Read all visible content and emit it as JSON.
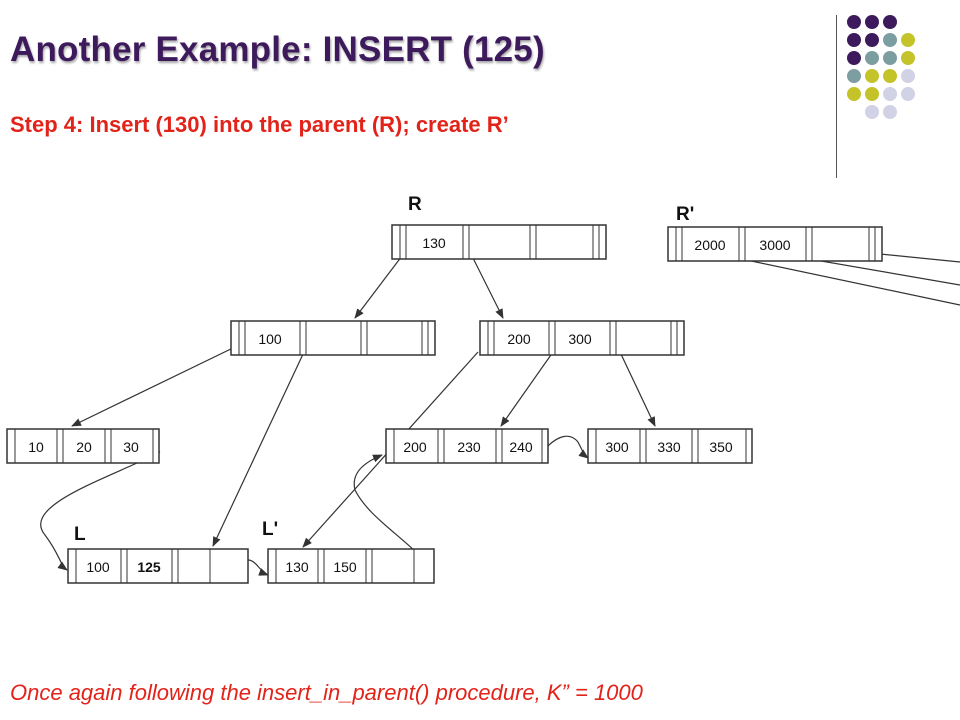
{
  "slide": {
    "title": "Another Example: INSERT (125)",
    "subtitle": "Step 4: Insert (130) into the parent (R); create R’",
    "footer": "Once again following the insert_in_parent() procedure, K” = 1000"
  },
  "colors": {
    "title": "#3d1a5b",
    "accent_text": "#e2231a",
    "dot_purple": "#3d1a5b",
    "dot_teal": "#7d9ea0",
    "dot_olive": "#c4c42a",
    "dot_lavender": "#d2d2e6"
  },
  "diagram": {
    "labels": {
      "R": "R",
      "R_prime": "R'",
      "L": "L",
      "L_prime": "L'"
    },
    "nodes": {
      "R": {
        "keys": [
          "130",
          "",
          ""
        ]
      },
      "R_prime": {
        "keys": [
          "2000",
          "3000",
          ""
        ]
      },
      "I1": {
        "keys": [
          "100",
          "",
          ""
        ]
      },
      "I2": {
        "keys": [
          "200",
          "300",
          ""
        ]
      },
      "A": {
        "keys": [
          "10",
          "20",
          "30"
        ]
      },
      "L": {
        "keys": [
          "100",
          "125",
          ""
        ]
      },
      "L_prime": {
        "keys": [
          "130",
          "150",
          ""
        ]
      },
      "D": {
        "keys": [
          "200",
          "230",
          "240"
        ]
      },
      "E": {
        "keys": [
          "300",
          "330",
          "350"
        ]
      }
    }
  }
}
